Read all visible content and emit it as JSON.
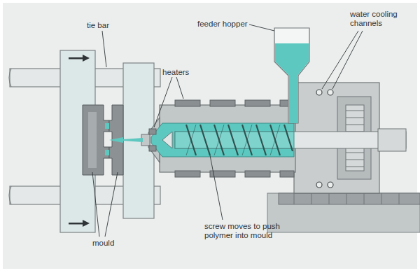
{
  "diagram": {
    "labels": [
      "tie bar",
      "feeder hopper",
      "water cooling channels",
      "heaters",
      "screw moves to push polymer into mould",
      "mould"
    ]
  }
}
